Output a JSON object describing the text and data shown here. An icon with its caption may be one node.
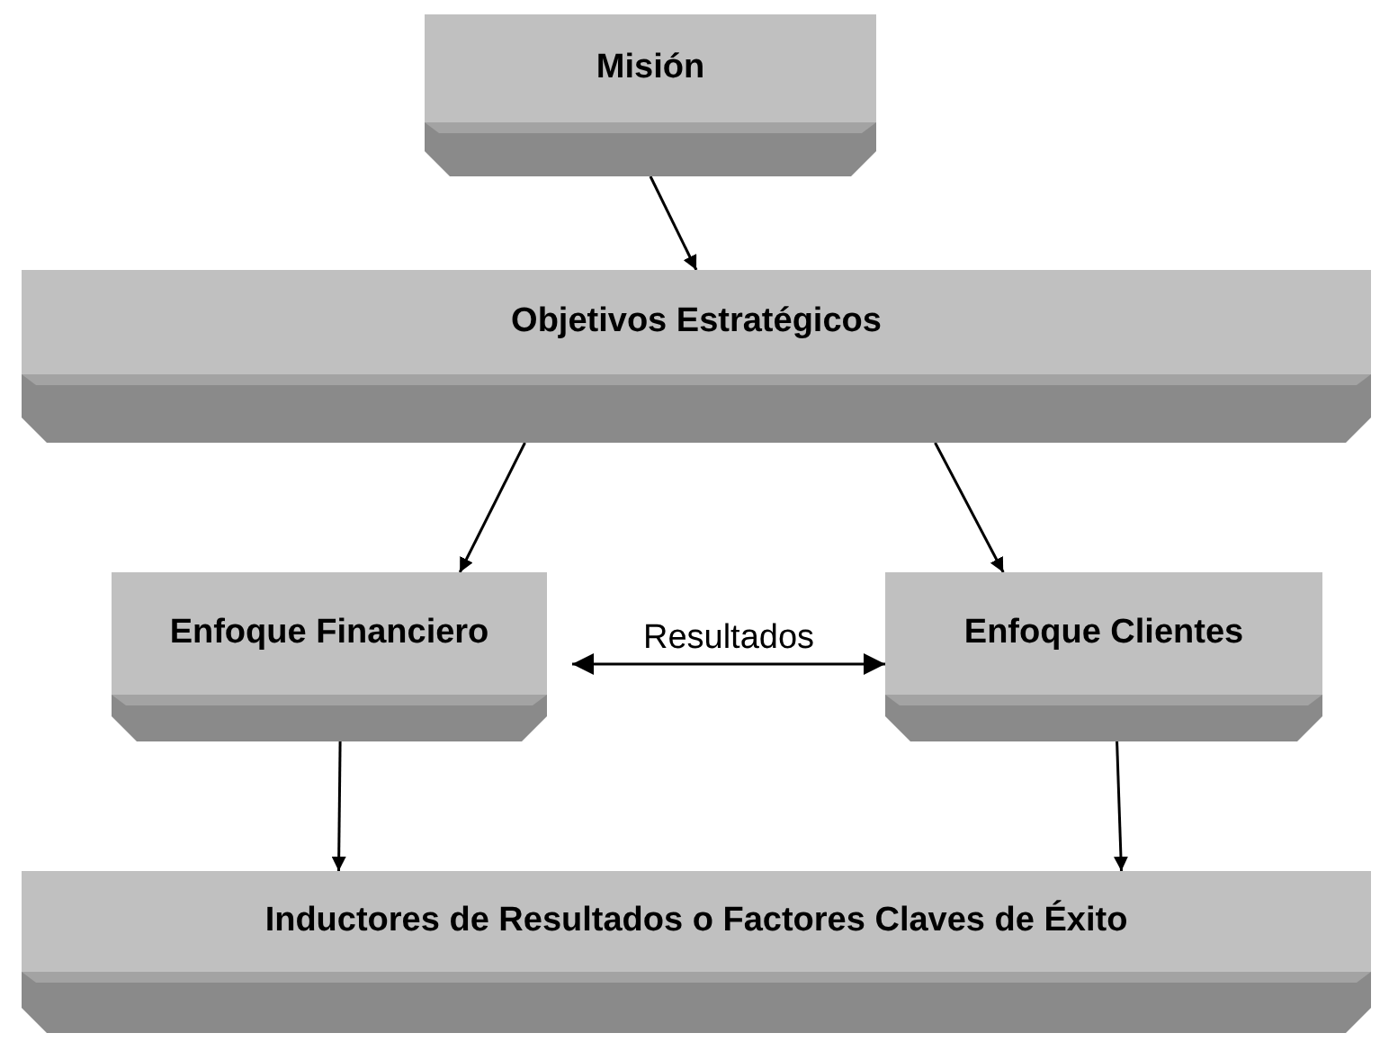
{
  "diagram": {
    "nodes": [
      {
        "text": [
          "Misión"
        ]
      },
      {
        "text": [
          "Objetivos Estratégicos"
        ]
      },
      {
        "text": [
          "Enfoque Financiero"
        ]
      },
      {
        "text": [
          "Enfoque Clientes"
        ]
      },
      {
        "text": [
          "Inductores de Resultados o Factores Claves de Éxito"
        ]
      }
    ],
    "edges": [
      {
        "from": 0,
        "to": 1,
        "arrow": "to"
      },
      {
        "from": 1,
        "to": 2,
        "arrow": "to"
      },
      {
        "from": 1,
        "to": 3,
        "arrow": "to"
      },
      {
        "from": 2,
        "to": 3,
        "arrow": "both",
        "label": "Resultados"
      },
      {
        "from": 2,
        "to": 4,
        "arrow": "to"
      },
      {
        "from": 3,
        "to": 4,
        "arrow": "to"
      }
    ]
  }
}
